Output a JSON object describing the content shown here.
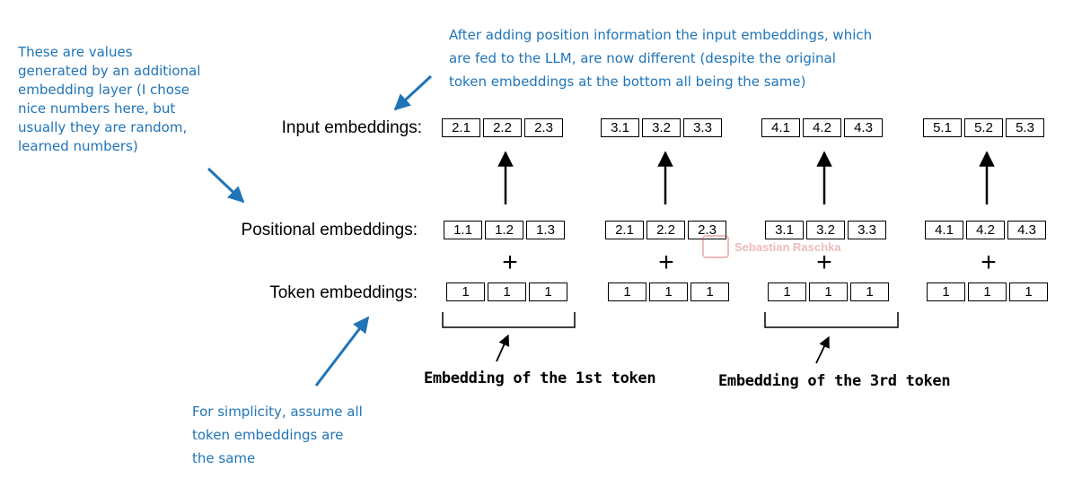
{
  "rows": {
    "input": {
      "label": "Input embeddings:",
      "groups": [
        [
          "2.1",
          "2.2",
          "2.3"
        ],
        [
          "3.1",
          "3.2",
          "3.3"
        ],
        [
          "4.1",
          "4.2",
          "4.3"
        ],
        [
          "5.1",
          "5.2",
          "5.3"
        ]
      ]
    },
    "positional": {
      "label": "Positional embeddings:",
      "groups": [
        [
          "1.1",
          "1.2",
          "1.3"
        ],
        [
          "2.1",
          "2.2",
          "2.3"
        ],
        [
          "3.1",
          "3.2",
          "3.3"
        ],
        [
          "4.1",
          "4.2",
          "4.3"
        ]
      ]
    },
    "token": {
      "label": "Token embeddings:",
      "groups": [
        [
          "1",
          "1",
          "1"
        ],
        [
          "1",
          "1",
          "1"
        ],
        [
          "1",
          "1",
          "1"
        ],
        [
          "1",
          "1",
          "1"
        ]
      ]
    }
  },
  "plus_symbol": "+",
  "captions": {
    "first_token": "Embedding of the 1st token",
    "third_token": "Embedding of the 3rd token"
  },
  "notes": {
    "positional_values": [
      "These are values",
      "generated by an additional",
      "embedding layer (I chose",
      "nice numbers here, but",
      "usually they are random,",
      "learned numbers)"
    ],
    "input_info": [
      "After adding position information the input embeddings, which",
      "are fed to the LLM, are now different (despite the original",
      "token embeddings at the bottom all being the same)"
    ],
    "token_same": [
      "For simplicity, assume all",
      "token embeddings are",
      "the same"
    ]
  },
  "watermark": {
    "text": "Sebastian Raschka"
  },
  "colors": {
    "annotation": "#1f74b8",
    "watermark": "#d04040"
  }
}
